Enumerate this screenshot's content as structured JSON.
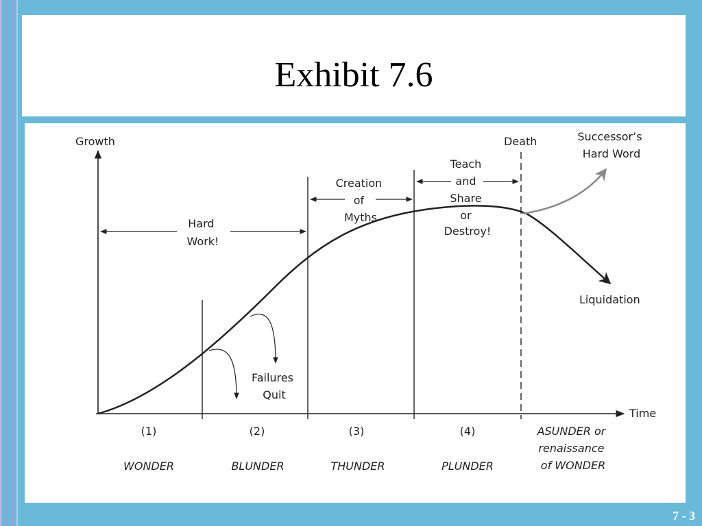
{
  "slide": {
    "title": "Exhibit 7.6",
    "number": "7 - 3",
    "colors": {
      "background": "#6ab9d8",
      "panel": "#ffffff",
      "curve": "#222222",
      "successor_arrow": "#888888"
    }
  },
  "diagram": {
    "axis_y_label": "Growth",
    "axis_x_label": "Time",
    "death_label": "Death",
    "successor_line1": "Successor’s",
    "successor_line2": "Hard Word",
    "liquidation_label": "Liquidation",
    "hard_work_line1": "Hard",
    "hard_work_line2": "Work!",
    "creation_line1": "Creation",
    "creation_line2": "of",
    "creation_line3": "Myths",
    "teach_line1": "Teach",
    "teach_line2": "and",
    "teach_line3": "Share",
    "teach_line4": "or",
    "teach_line5": "Destroy!",
    "failures_line1": "Failures",
    "failures_line2": "Quit",
    "stages": [
      {
        "number": "(1)",
        "name": "WONDER"
      },
      {
        "number": "(2)",
        "name": "BLUNDER"
      },
      {
        "number": "(3)",
        "name": "THUNDER"
      },
      {
        "number": "(4)",
        "name": "PLUNDER"
      }
    ],
    "stage5_line1": "ASUNDER or",
    "stage5_line2": "renaissance",
    "stage5_line3": "of WONDER"
  }
}
